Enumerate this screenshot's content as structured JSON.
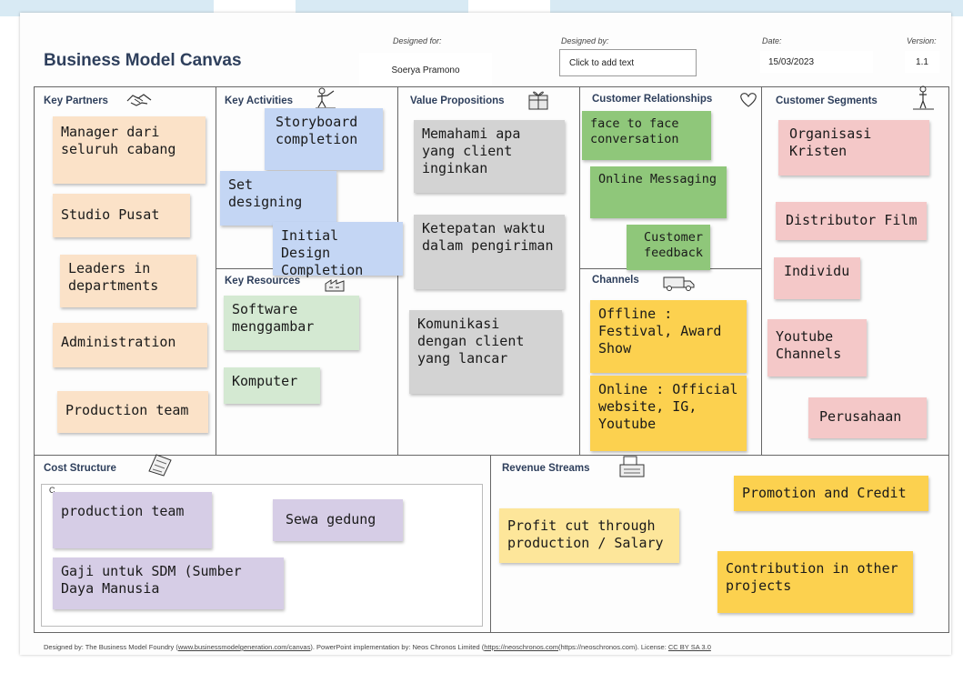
{
  "header": {
    "title": "Business Model Canvas",
    "designed_for_label": "Designed for:",
    "designed_for_value": "Soerya Pramono",
    "designed_by_label": "Designed by:",
    "designed_by_value": "Click to add text",
    "date_label": "Date:",
    "date_value": "15/03/2023",
    "version_label": "Version:",
    "version_value": "1.1"
  },
  "sections": {
    "key_partners": "Key Partners",
    "key_activities": "Key Activities",
    "key_resources": "Key Resources",
    "value_propositions": "Value Propositions",
    "customer_relationships": "Customer Relationships",
    "channels": "Channels",
    "customer_segments": "Customer Segments",
    "cost_structure": "Cost Structure",
    "revenue_streams": "Revenue Streams"
  },
  "notes": {
    "key_partners": [
      "Manager dari seluruh cabang",
      "Studio Pusat",
      "Leaders in departments",
      "Administration",
      "Production team"
    ],
    "key_activities": [
      "Storyboard completion",
      "Set designing",
      "Initial Design Completion"
    ],
    "key_resources": [
      "Software menggambar",
      "Komputer"
    ],
    "value_propositions": [
      "Memahami apa yang client inginkan",
      "Ketepatan waktu dalam pengiriman",
      "Komunikasi dengan client yang lancar"
    ],
    "customer_relationships": [
      "face to face conversation",
      "Online Messaging",
      "Customer feedback"
    ],
    "channels": [
      "Offline : Festival, Award Show",
      "Online : Official website, IG, Youtube"
    ],
    "customer_segments": [
      "Organisasi Kristen",
      "Distributor Film",
      "Individu",
      "Youtube Channels",
      "Perusahaan"
    ],
    "cost_structure": [
      "production team",
      "Sewa gedung",
      "Gaji untuk SDM (Sumber Daya Manusia"
    ],
    "revenue_streams": [
      "Promotion and Credit",
      "Profit cut through production / Salary",
      "Contribution in other projects"
    ]
  },
  "cost_stub": "C",
  "footer": {
    "part1": "Designed by: The Business Model Foundry (",
    "link1": "www.businessmodelgeneration.com/canvas",
    "part2": "). PowerPoint implementation by: Neos Chronos Limited (",
    "link2": "https://neoschronos.com",
    "part3": "(https://neoschronos.com). License: ",
    "license": "CC BY SA 3.0"
  },
  "colors": {
    "orange_note": "#fbe2c8",
    "blue_note": "#c4d6f4",
    "gray_note": "#d3d3d3",
    "green_note": "#8fc77a",
    "light_green_note": "#d4e9d2",
    "yellow_note": "#fcd14f",
    "pink_note": "#f4c8c8",
    "lilac_note": "#d6cde6",
    "title": "#2e3f5c"
  },
  "icons": [
    "handshake-icon",
    "worker-icon",
    "factory-icon",
    "gift-icon",
    "heart-icon",
    "truck-icon",
    "person-icon",
    "price-tag-icon",
    "cash-register-icon"
  ]
}
